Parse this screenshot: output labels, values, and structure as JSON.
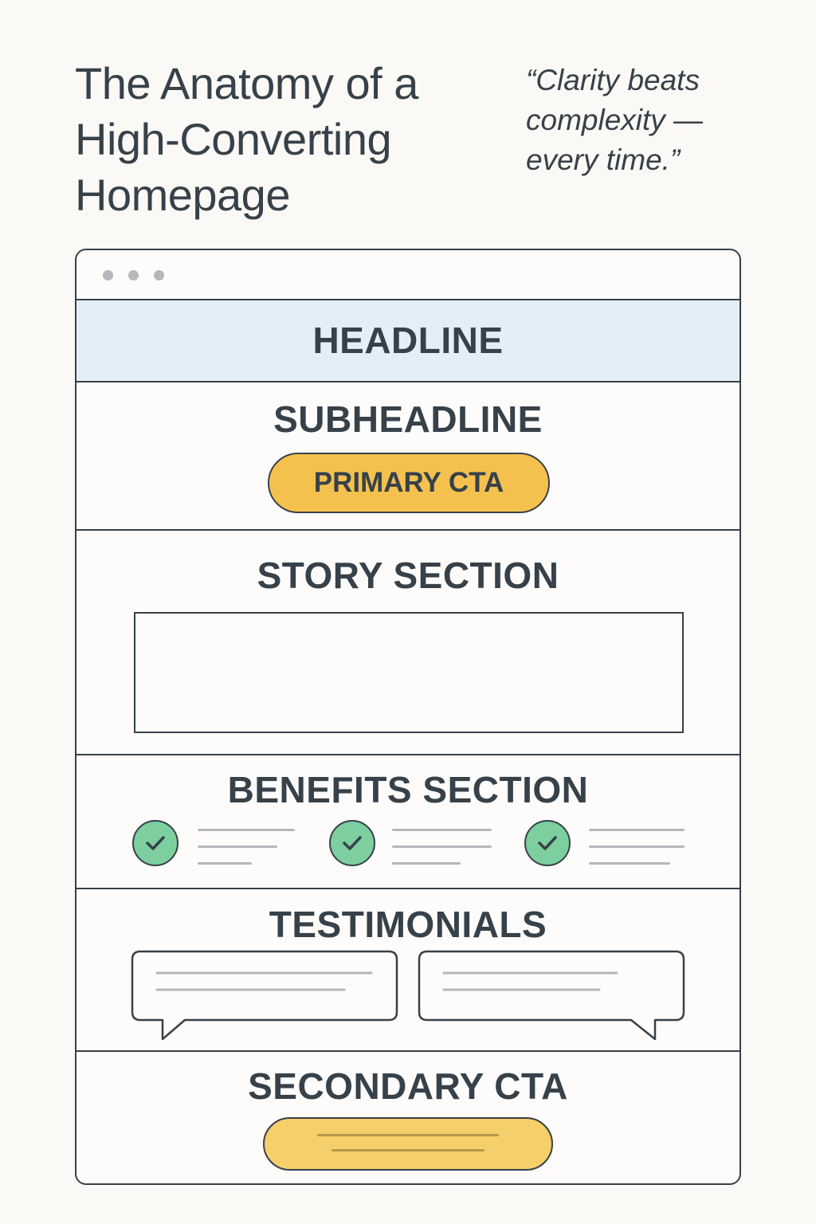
{
  "page": {
    "title_lines": [
      "The Anatomy of a",
      "High-Converting",
      "Homepage"
    ],
    "quote_lines": [
      "“Clarity beats",
      "complexity —",
      "every time.”"
    ]
  },
  "wireframe": {
    "headline": "HEADLINE",
    "subheadline": "SUBHEADLINE",
    "primary_cta": "PRIMARY CTA",
    "story": "STORY SECTION",
    "benefits": "BENEFITS SECTION",
    "testimonials": "TESTIMONIALS",
    "secondary_cta": "SECONDARY CTA"
  },
  "colors": {
    "ink": "#37414a",
    "background": "#faf9f5",
    "headline_band": "#e3eef9",
    "cta_yellow": "#f5c14e",
    "secondary_cta_yellow": "#f5cf6a",
    "check_green": "#7dcfa0",
    "placeholder_line": "#b3b8bd"
  },
  "icons": {
    "window_dots": "window-control-dot",
    "benefit": "check-circle-icon",
    "testimonial": "speech-bubble-icon"
  }
}
